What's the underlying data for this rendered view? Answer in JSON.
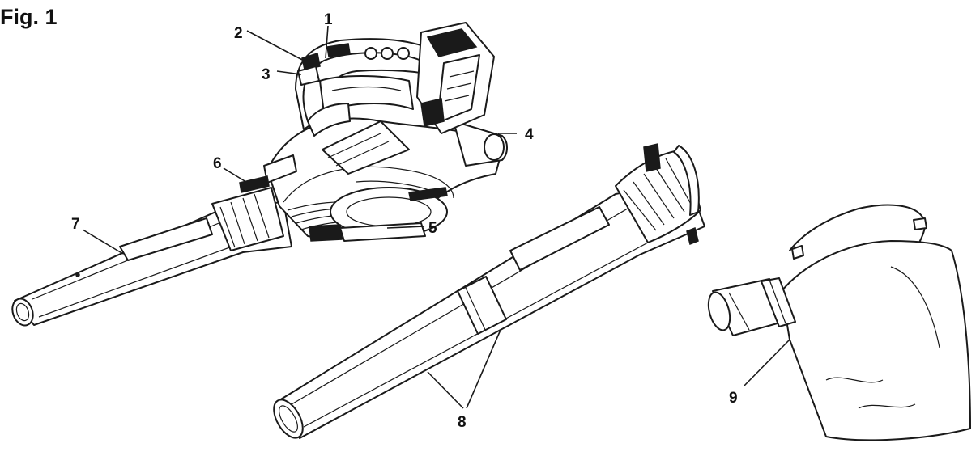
{
  "figure": {
    "title": "Fig. 1",
    "callouts": [
      "1",
      "2",
      "3",
      "4",
      "5",
      "6",
      "7",
      "8",
      "9"
    ]
  }
}
